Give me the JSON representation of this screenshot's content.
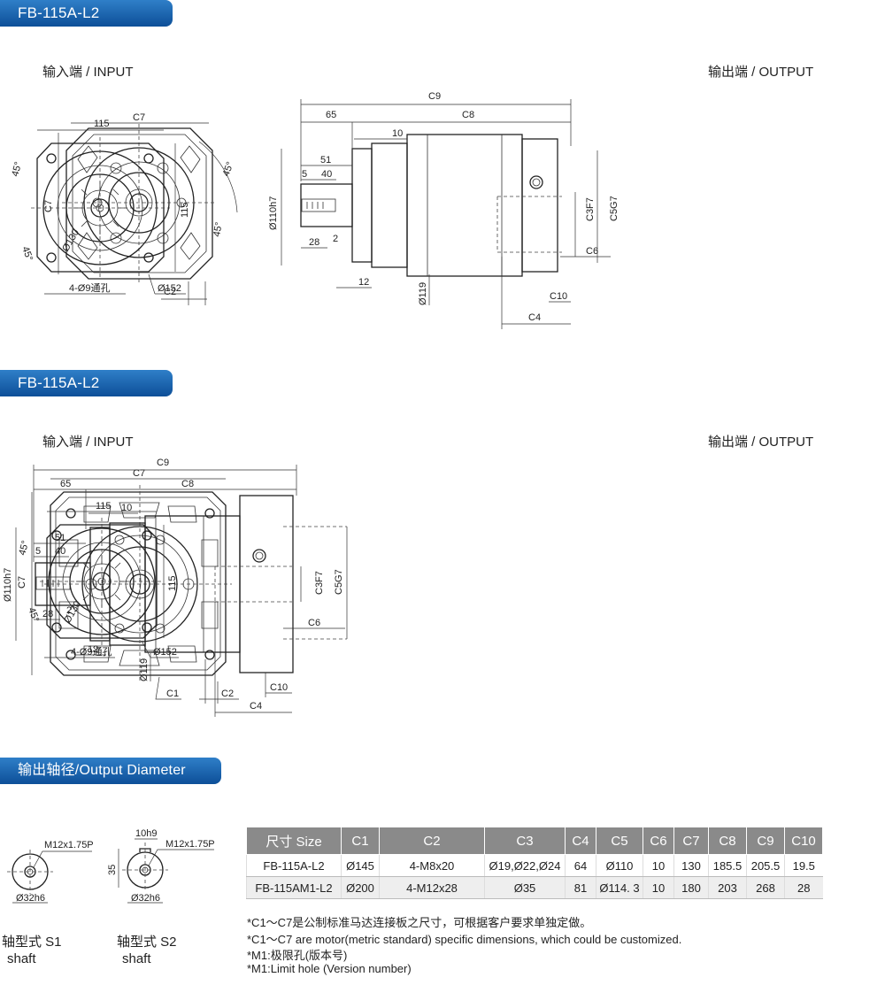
{
  "section1": {
    "title": "FB-115A-L2",
    "input_label": "输入端 / INPUT",
    "output_label": "输出端 / OUTPUT"
  },
  "section2": {
    "title": "FB-115A-L2",
    "input_label": "输入端 / INPUT",
    "output_label": "输出端 / OUTPUT"
  },
  "section3": {
    "title": "输出轴径/Output Diameter"
  },
  "dims": {
    "c1": "C1",
    "c2": "C2",
    "c4": "C4",
    "c6": "C6",
    "c7": "C7",
    "c8": "C8",
    "c9": "C9",
    "c10": "C10",
    "c3f7": "C3F7",
    "c5g7": "C5G7",
    "d65": "65",
    "d10": "10",
    "d51": "51",
    "d5": "5",
    "d40": "40",
    "d28": "28",
    "d2": "2",
    "d12": "12",
    "d110h7": "Ø110h7",
    "d119": "Ø119",
    "d115": "115",
    "d152": "Ø152",
    "d130": "Ø130",
    "holes": "4-Ø9通孔",
    "deg45": "45°"
  },
  "shafts": {
    "s1": {
      "label": "轴型式 S1",
      "sub": "shaft",
      "thread": "M12x1.75P",
      "dia": "Ø32h6"
    },
    "s2": {
      "label": "轴型式 S2",
      "sub": "shaft",
      "thread": "M12x1.75P",
      "dia": "Ø32h6",
      "key": "10h9",
      "height": "35"
    }
  },
  "table": {
    "headers": [
      "尺寸 Size",
      "C1",
      "C2",
      "C3",
      "C4",
      "C5",
      "C6",
      "C7",
      "C8",
      "C9",
      "C10"
    ],
    "rows": [
      [
        "FB-115A-L2",
        "Ø145",
        "4-M8x20",
        "Ø19,Ø22,Ø24",
        "64",
        "Ø110",
        "10",
        "130",
        "185.5",
        "205.5",
        "19.5"
      ],
      [
        "FB-115AM1-L2",
        "Ø200",
        "4-M12x28",
        "Ø35",
        "81",
        "Ø114. 3",
        "10",
        "180",
        "203",
        "268",
        "28"
      ]
    ]
  },
  "notes": [
    "*C1～C7是公制标准马达连接板之尺寸，可根据客户要求单独定做。",
    "*C1～C7 are motor(metric standard) specific dimensions, which could be customized.",
    "*M1:极限孔(版本号)",
    "*M1:Limit hole (Version number)"
  ]
}
